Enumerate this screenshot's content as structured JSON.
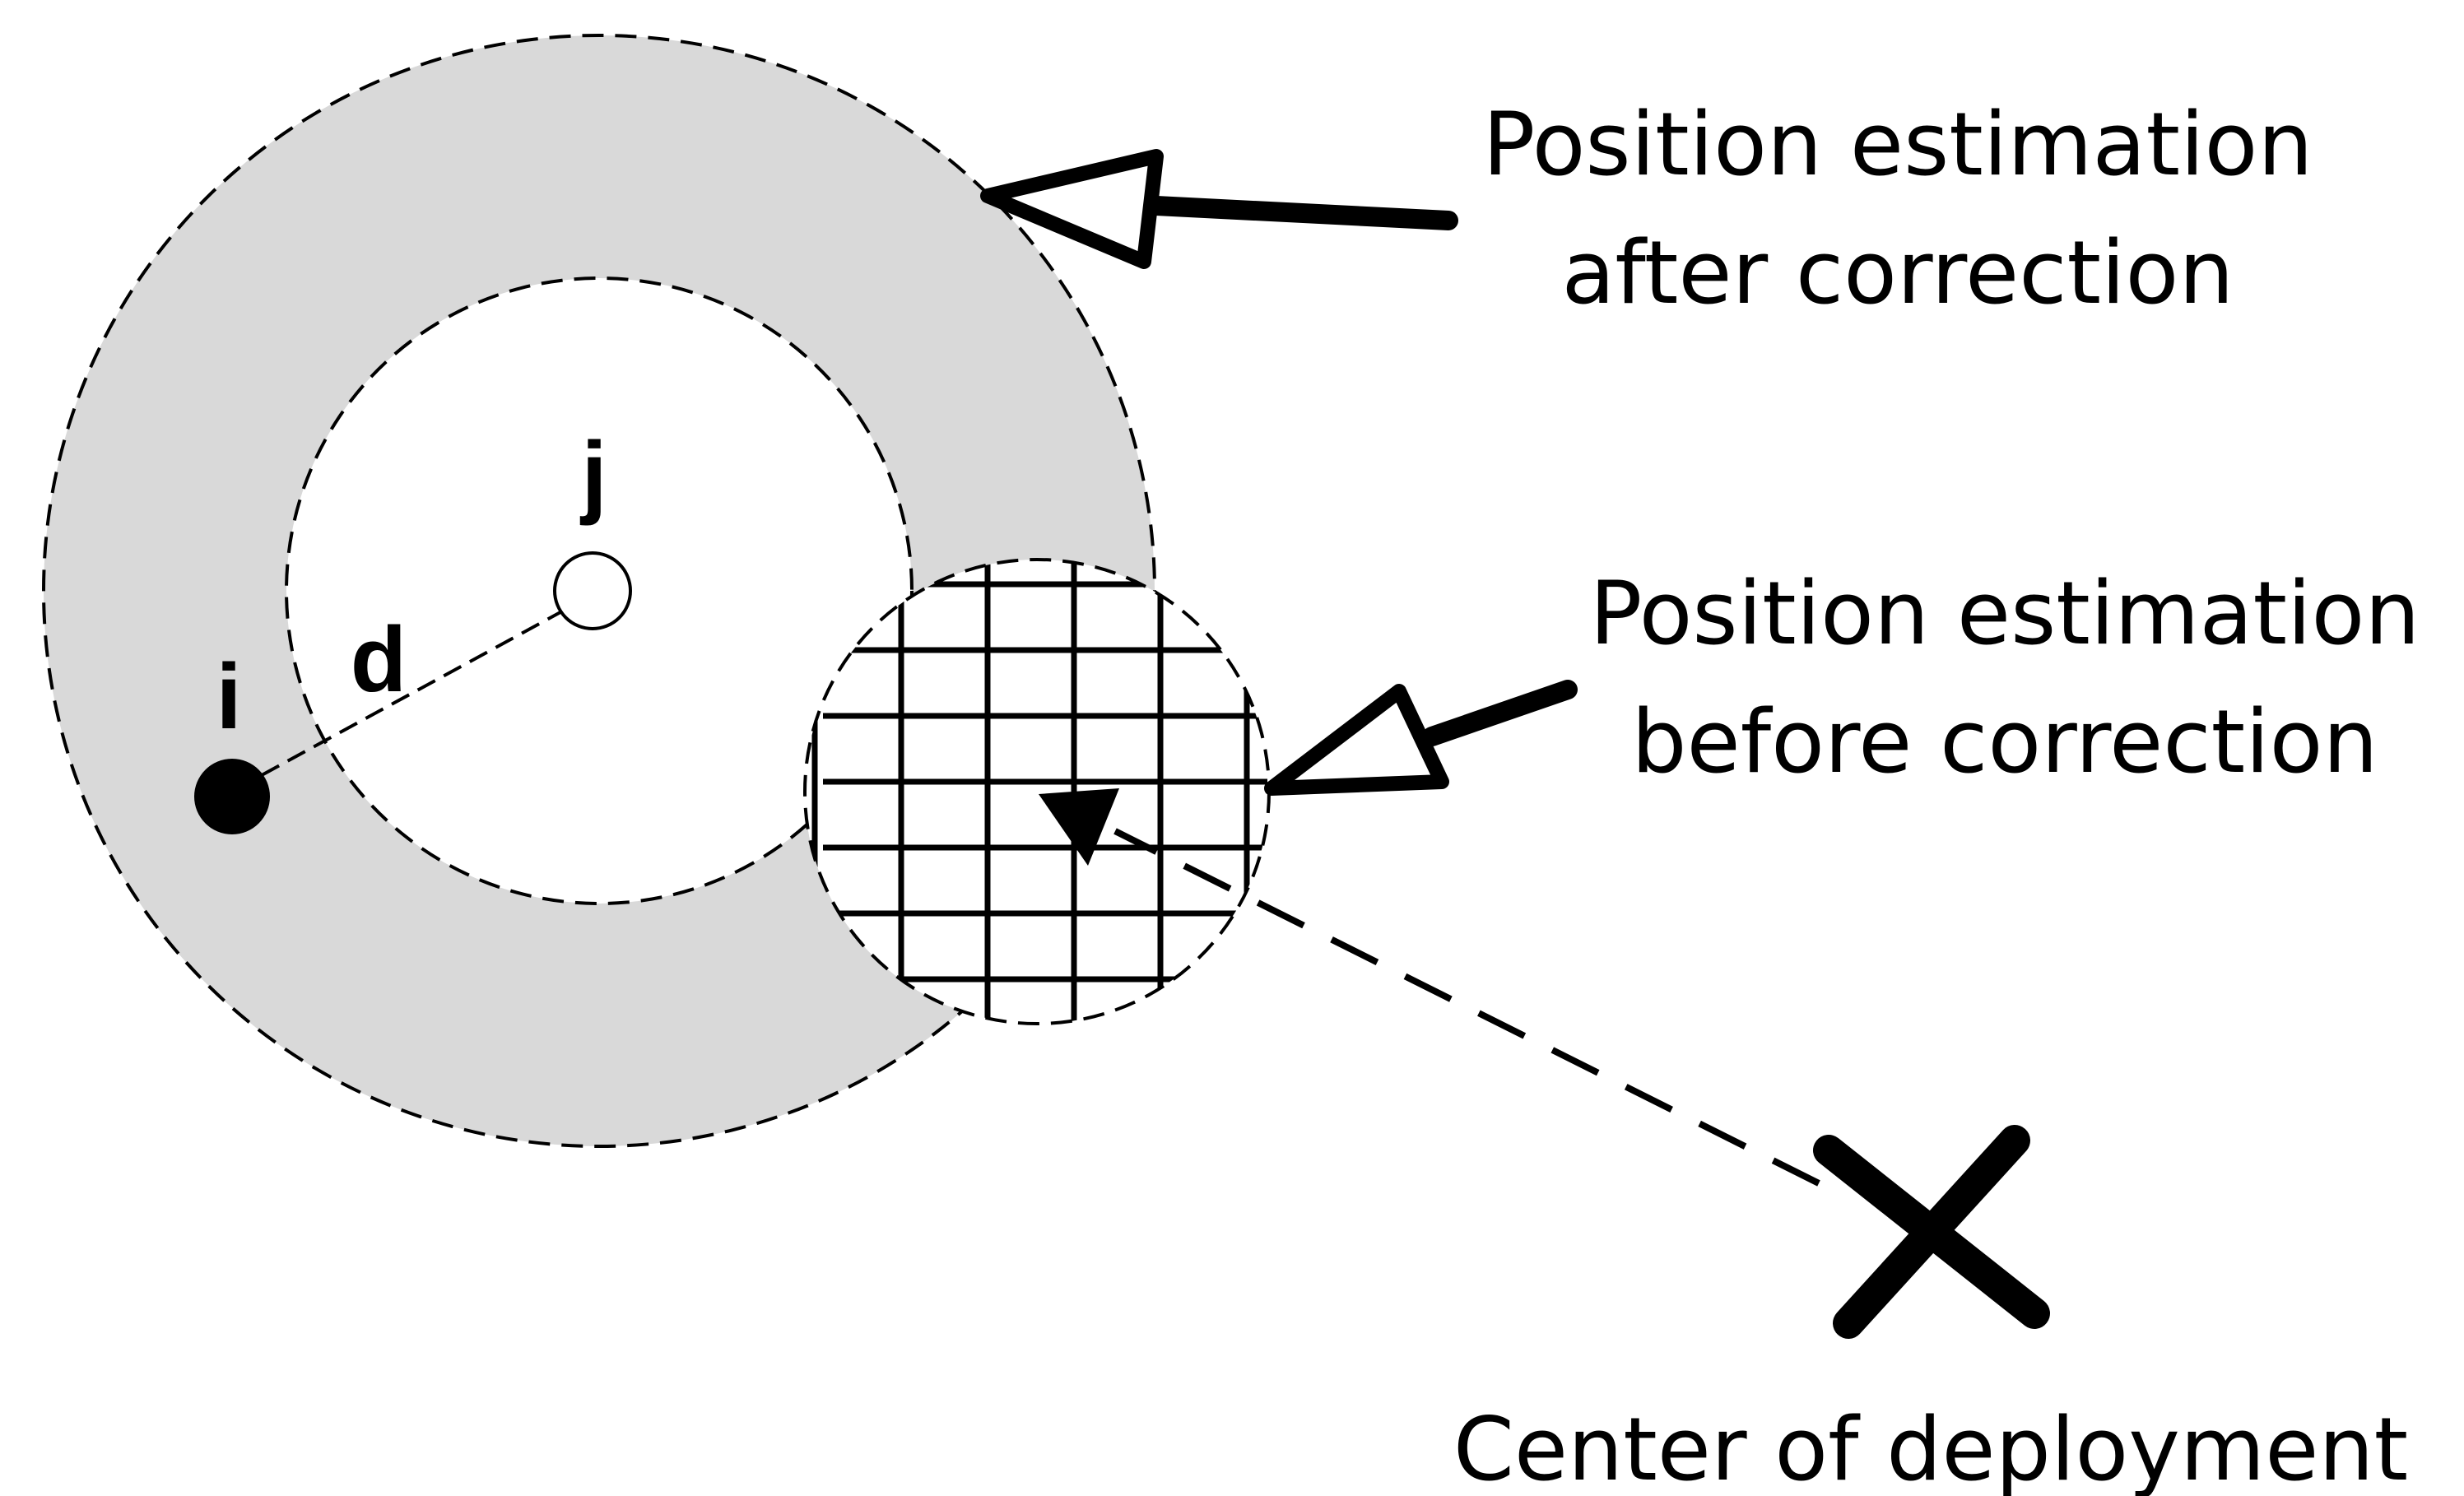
{
  "labels": {
    "after_correction": [
      "Position estimation",
      "after correction"
    ],
    "before_correction": [
      "Position estimation",
      "before correction"
    ],
    "center_of_deployment": "Center of deployment",
    "node_i": "i",
    "node_j": "j",
    "distance_d": "d"
  },
  "colors": {
    "annulus_fill": "#d9d9d9",
    "line": "#000000",
    "background": "#ffffff"
  }
}
